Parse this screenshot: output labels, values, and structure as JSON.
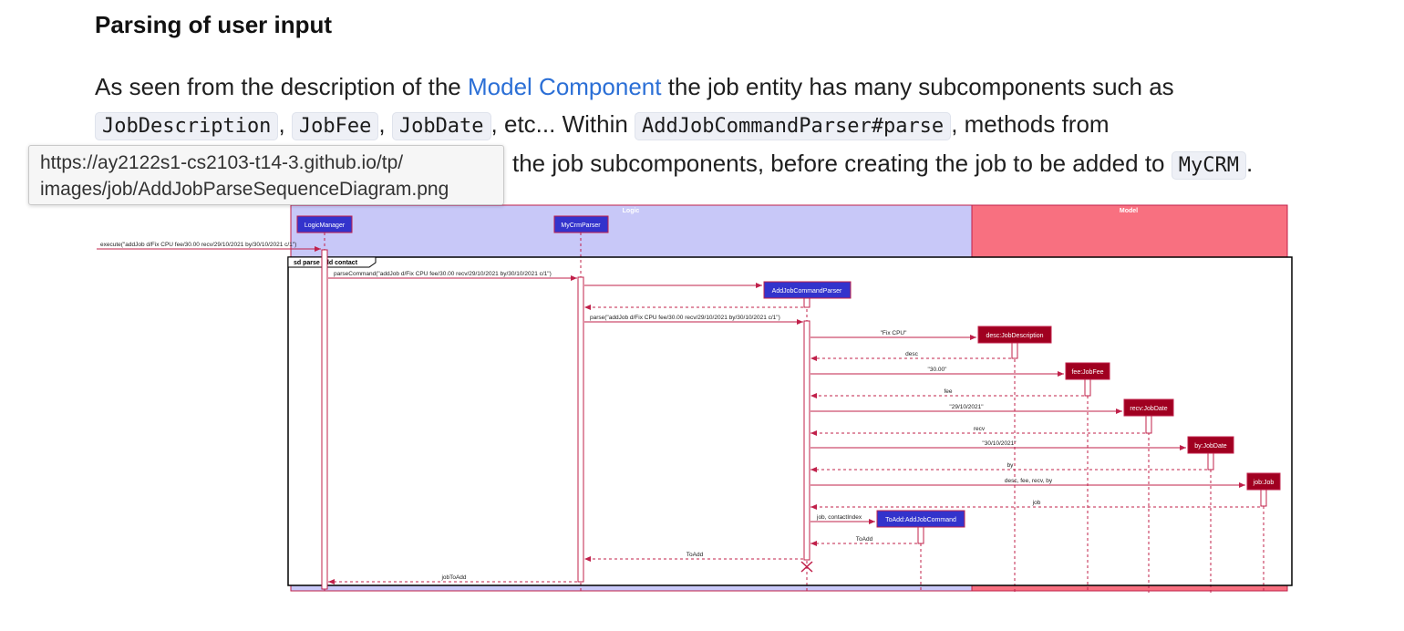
{
  "heading": "Parsing of user input",
  "paragraph": {
    "t1": "As seen from the description of the ",
    "link": "Model Component",
    "t2": " the job entity has many subcomponents such as",
    "c1": "JobDescription",
    "sep1": ", ",
    "c2": "JobFee",
    "sep2": ", ",
    "c3": "JobDate",
    "t3": ", etc... Within ",
    "c4": "AddJobCommandParser#parse",
    "t4": ", methods from",
    "t5": "the job subcomponents, before creating the job to be added to ",
    "c5": "MyCRM",
    "t6": "."
  },
  "tooltip": {
    "line1": "https://ay2122s1-cs2103-t14-3.github.io/tp/",
    "line2": "images/job/AddJobParseSequenceDiagram.png"
  },
  "diagram": {
    "colors": {
      "logic_bg": "#c8c8f8",
      "model_bg": "#f87080",
      "box_blue": "#3333cc",
      "box_red": "#a00020",
      "line": "#c0204a",
      "frame": "#000000"
    },
    "logic_label": "Logic",
    "model_label": "Model",
    "frame_label": "sd parse add contact",
    "participants": {
      "logic_manager": "LogicManager",
      "mycrm_parser": "MyCrmParser",
      "add_job_parser": "AddJobCommandParser",
      "desc": "desc:JobDescription",
      "fee": "fee:JobFee",
      "recv": "recv:JobDate",
      "by": "by:JobDate",
      "job": "job:Job",
      "to_add": "ToAdd:AddJobCommand"
    },
    "messages": {
      "execute": "execute(\"addJob d/Fix CPU fee/30.00 recv/29/10/2021 by/30/10/2021 c/1\")",
      "parse_command": "parseCommand(\"addJob d/Fix CPU fee/30.00 recv/29/10/2021 by/30/10/2021 c/1\")",
      "parse": "parse(\"addJob d/Fix CPU fee/30.00 recv/29/10/2021 by/30/10/2021 c/1\")",
      "fix_cpu": "\"Fix CPU\"",
      "desc_ret": "desc",
      "fee_arg": "\"30.00\"",
      "fee_ret": "fee",
      "recv_arg": "\"29/10/2021\"",
      "recv_ret": "recv",
      "by_arg": "\"30/10/2021\"",
      "by_ret": "by",
      "job_args": "desc, fee, recv, by",
      "job_ret": "job",
      "to_add_args": "job, contactIndex",
      "to_add_ret": "ToAdd",
      "to_add_ret2": "ToAdd",
      "job_to_add": "jobToAdd"
    }
  }
}
